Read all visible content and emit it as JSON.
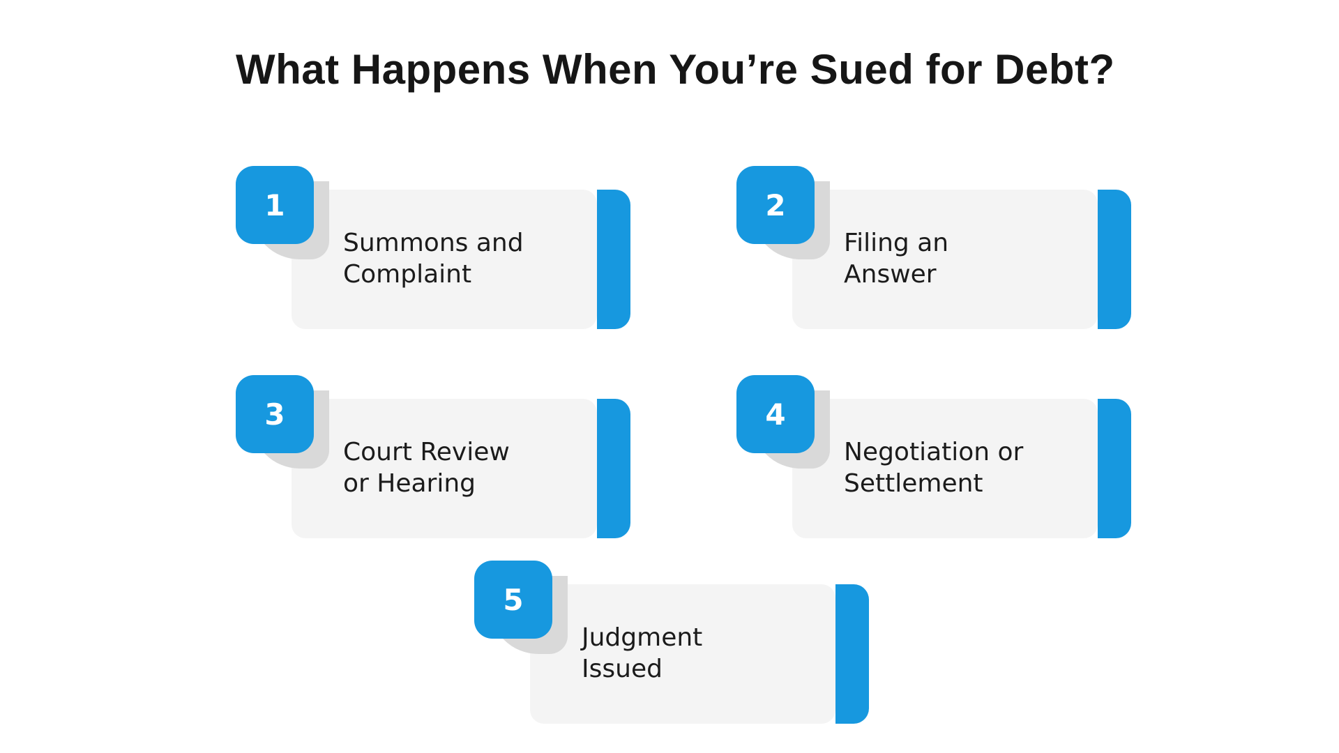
{
  "title": "What Happens When You’re Sued for Debt?",
  "steps": [
    {
      "number": "1",
      "label": "Summons and\nComplaint"
    },
    {
      "number": "2",
      "label": "Filing an\nAnswer"
    },
    {
      "number": "3",
      "label": "Court Review\nor Hearing"
    },
    {
      "number": "4",
      "label": "Negotiation or\nSettlement"
    },
    {
      "number": "5",
      "label": "Judgment\nIssued"
    }
  ],
  "colors": {
    "accent_blue": "#1798DF",
    "card_bg": "#F4F4F4",
    "fold_gray": "#D9D9D9",
    "title_text": "#161616",
    "card_text": "#1B1B1B",
    "number_text": "#FFFFFF",
    "background": "#FFFFFF"
  }
}
